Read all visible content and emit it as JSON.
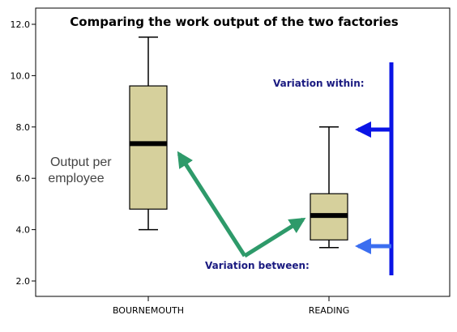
{
  "chart_data": {
    "type": "boxplot",
    "title": "Comparing the work output of the two factories",
    "ylabel": "Output per employee",
    "ylim": [
      2.0,
      12.0
    ],
    "yticks": [
      "2.0",
      "4.0",
      "6.0",
      "8.0",
      "10.0",
      "12.0"
    ],
    "categories": [
      "BOURNEMOUTH",
      "READING"
    ],
    "boxes": [
      {
        "name": "BOURNEMOUTH",
        "min": 4.0,
        "q1": 4.8,
        "median": 7.35,
        "q3": 9.6,
        "max": 11.5
      },
      {
        "name": "READING",
        "min": 3.3,
        "q1": 3.6,
        "median": 4.55,
        "q3": 5.4,
        "max": 8.0
      }
    ],
    "annotations": {
      "within": "Variation within:",
      "between": "Variation between:"
    },
    "colors": {
      "box_fill": "#d6d09c",
      "between_arrow": "#2e9a6a",
      "within_bracket": "#0a14e6",
      "within_arrow": "#3b6ef0"
    }
  }
}
